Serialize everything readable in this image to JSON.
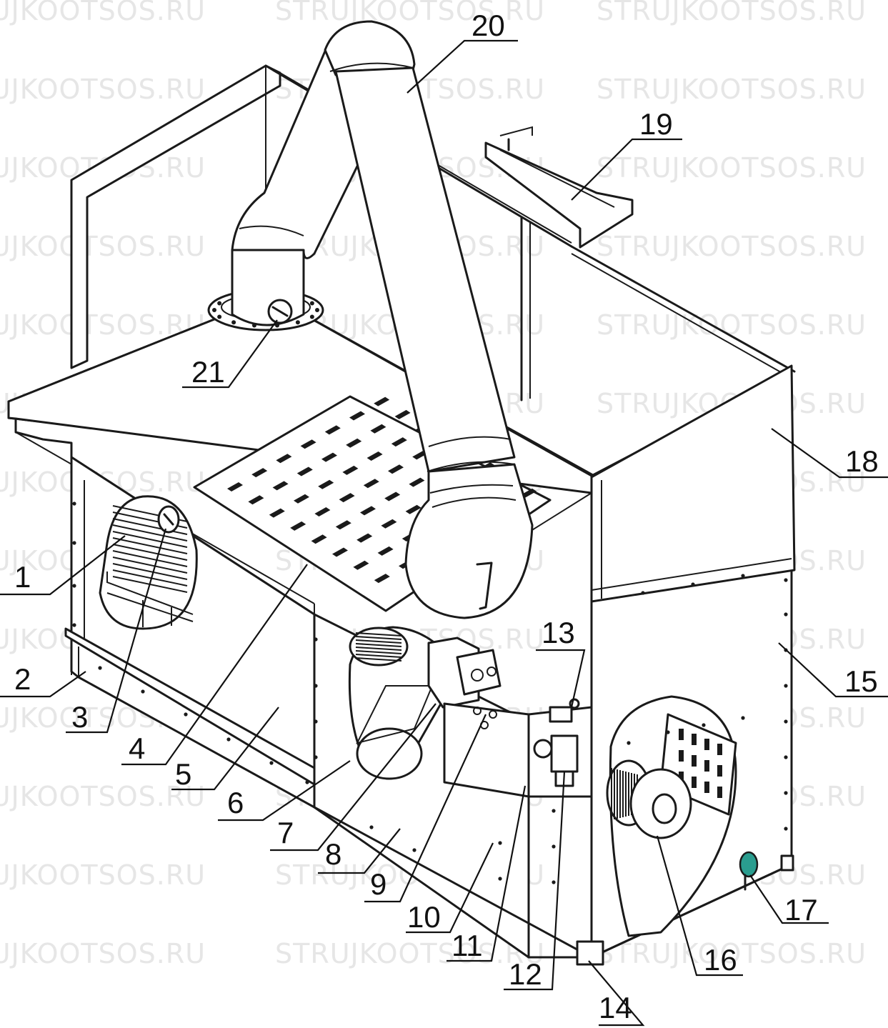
{
  "watermark": "STRUJKOOTSOS.RU",
  "colors": {
    "line": "#1a1a1a",
    "watermark": "#e6e6e6",
    "valve_accent": "#2a9d8f"
  },
  "callouts": [
    {
      "id": "c1",
      "text": "1"
    },
    {
      "id": "c2",
      "text": "2"
    },
    {
      "id": "c3",
      "text": "3"
    },
    {
      "id": "c4",
      "text": "4"
    },
    {
      "id": "c5",
      "text": "5"
    },
    {
      "id": "c6",
      "text": "6"
    },
    {
      "id": "c7",
      "text": "7"
    },
    {
      "id": "c8",
      "text": "8"
    },
    {
      "id": "c9",
      "text": "9"
    },
    {
      "id": "c10",
      "text": "10"
    },
    {
      "id": "c11",
      "text": "11"
    },
    {
      "id": "c12",
      "text": "12"
    },
    {
      "id": "c13",
      "text": "13"
    },
    {
      "id": "c14",
      "text": "14"
    },
    {
      "id": "c15",
      "text": "15"
    },
    {
      "id": "c16",
      "text": "16"
    },
    {
      "id": "c17",
      "text": "17"
    },
    {
      "id": "c18",
      "text": "18"
    },
    {
      "id": "c19",
      "text": "19"
    },
    {
      "id": "c20",
      "text": "20"
    },
    {
      "id": "c21",
      "text": "21"
    }
  ]
}
